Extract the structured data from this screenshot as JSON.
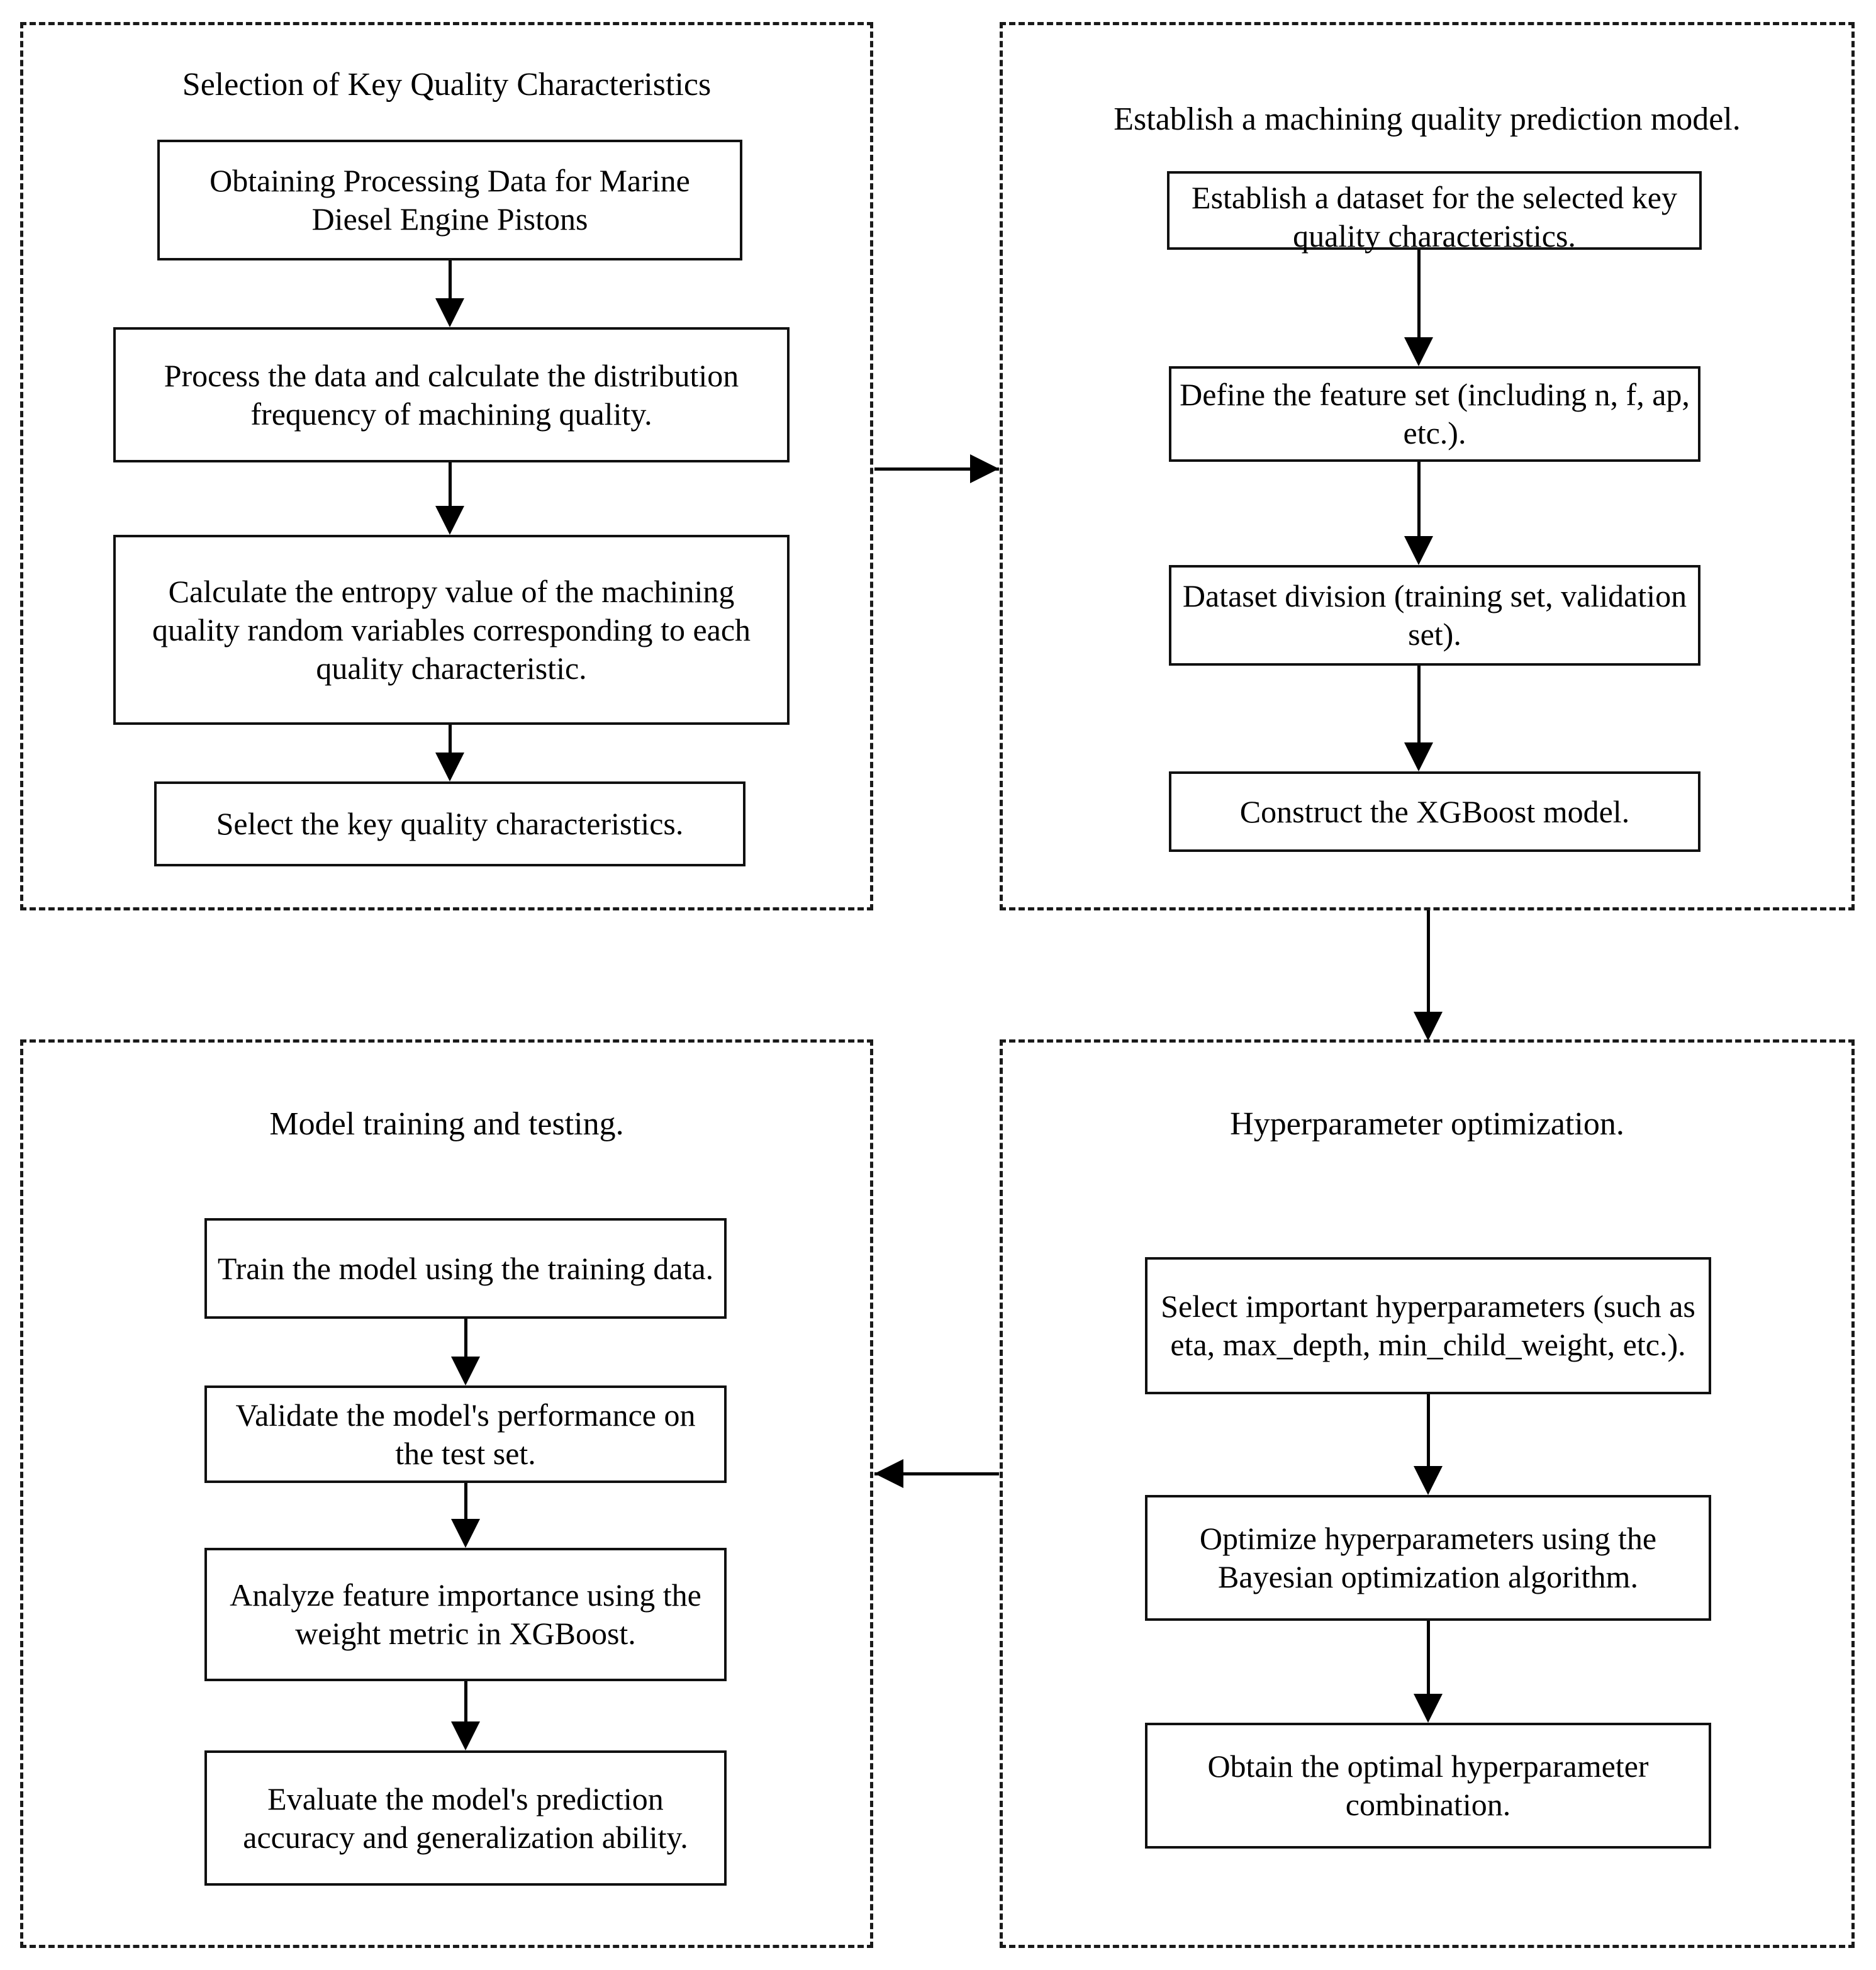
{
  "diagram": {
    "type": "flowchart",
    "panels": [
      {
        "id": "selection",
        "title": "Selection of Key Quality Characteristics",
        "nodes": [
          "Obtaining Processing Data for Marine Diesel Engine Pistons",
          "Process the data and calculate the distribution frequency of machining quality.",
          "Calculate the entropy value of the machining quality random variables corresponding to each quality characteristic.",
          "Select the key quality characteristics."
        ]
      },
      {
        "id": "prediction-model",
        "title": "Establish a machining quality prediction model.",
        "nodes": [
          "Establish a dataset for the selected key quality characteristics.",
          "Define the feature set (including n, f, ap, etc.).",
          "Dataset division (training set, validation set).",
          "Construct the XGBoost model."
        ]
      },
      {
        "id": "training-testing",
        "title": "Model training and testing.",
        "nodes": [
          "Train the model using the training data.",
          "Validate the model's performance on the test set.",
          "Analyze feature importance using the weight metric in XGBoost.",
          "Evaluate the model's prediction accuracy and generalization ability."
        ]
      },
      {
        "id": "hyperparameter-optimization",
        "title": "Hyperparameter optimization.",
        "nodes": [
          "Select important hyperparameters (such as eta, max_depth, min_child_weight, etc.).",
          "Optimize hyperparameters using the Bayesian optimization algorithm.",
          "Obtain the optimal hyperparameter combination."
        ]
      }
    ],
    "connectors": [
      {
        "name": "selection-to-prediction",
        "direction": "right"
      },
      {
        "name": "prediction-to-hyperparameter",
        "direction": "down"
      },
      {
        "name": "hyperparameter-to-training",
        "direction": "left"
      }
    ],
    "colors": {
      "stroke": "#111111",
      "panel_border": "#1a1a1a",
      "background": "#ffffff"
    }
  }
}
